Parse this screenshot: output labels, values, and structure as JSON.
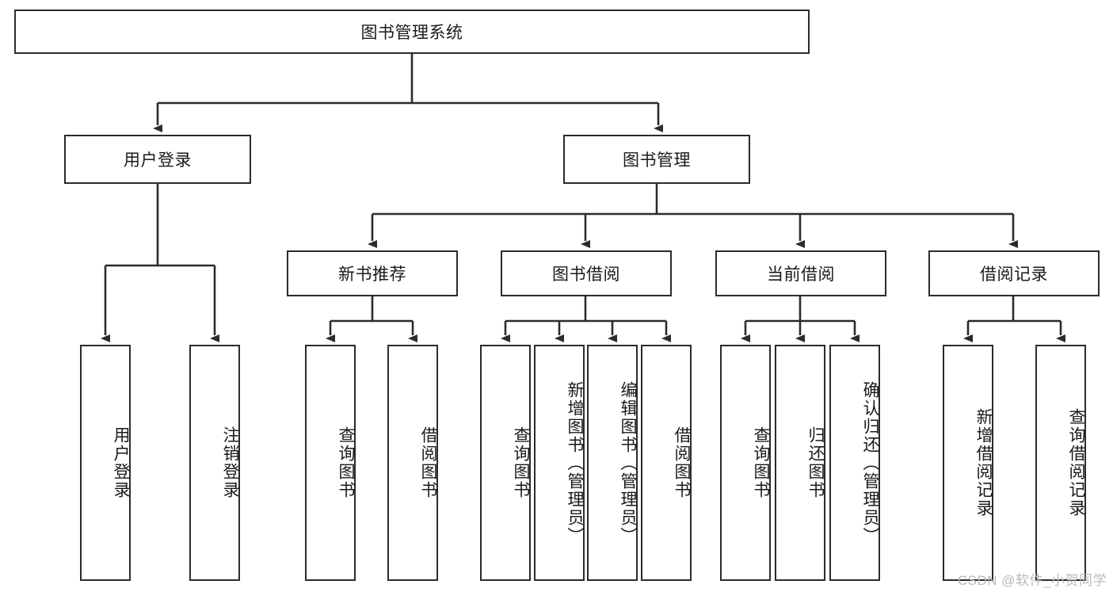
{
  "diagram": {
    "type": "tree-hierarchy",
    "title": "图书管理系统",
    "orientation": "top-down",
    "colors": {
      "node_border": "#2b2b2b",
      "node_fill": "#ffffff",
      "edge": "#2b2b2b",
      "text": "#1a1a1a",
      "watermark": "#b9b9b9",
      "background": "#ffffff"
    },
    "levels": {
      "root": "图书管理系统",
      "level2": [
        "用户登录",
        "图书管理"
      ],
      "level3": [
        "新书推荐",
        "图书借阅",
        "当前借阅",
        "借阅记录"
      ]
    },
    "nodes": {
      "root": {
        "label": "图书管理系统"
      },
      "user_login": {
        "label": "用户登录"
      },
      "book_manage": {
        "label": "图书管理"
      },
      "new_book_rec": {
        "label": "新书推荐"
      },
      "book_borrow": {
        "label": "图书借阅"
      },
      "current_borrow": {
        "label": "当前借阅"
      },
      "borrow_record": {
        "label": "借阅记录"
      },
      "leaf_user_login": {
        "label": "用户登录"
      },
      "leaf_user_logout": {
        "label": "注销登录"
      },
      "leaf_query_book_1": {
        "label": "查询图书"
      },
      "leaf_borrow_book_1": {
        "label": "借阅图书"
      },
      "leaf_query_book_2": {
        "label": "查询图书"
      },
      "leaf_add_book": {
        "label": "新增图书（管理员）"
      },
      "leaf_edit_book": {
        "label": "编辑图书（管理员）"
      },
      "leaf_borrow_book_2": {
        "label": "借阅图书"
      },
      "leaf_query_book_3": {
        "label": "查询图书"
      },
      "leaf_return_book": {
        "label": "归还图书"
      },
      "leaf_confirm_return": {
        "label": "确认归还（管理员）"
      },
      "leaf_add_record": {
        "label": "新增借阅记录"
      },
      "leaf_query_record": {
        "label": "查询借阅记录"
      }
    }
  },
  "watermark": {
    "text": "CSDN @软件_小贺同学"
  }
}
